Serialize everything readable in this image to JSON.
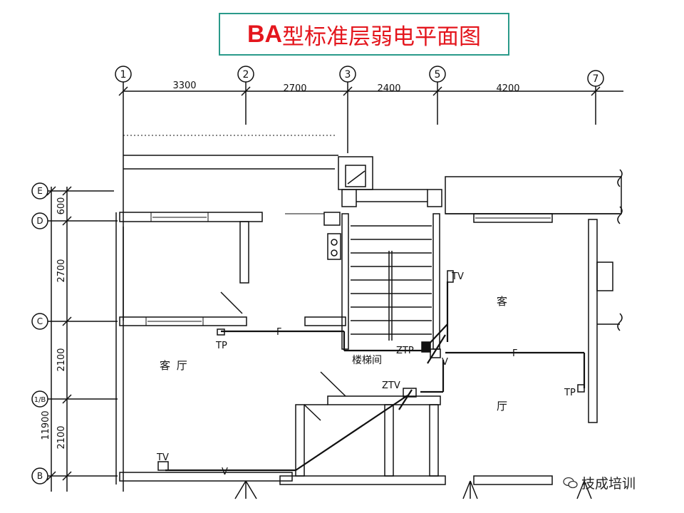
{
  "title": {
    "prefix": "BA",
    "rest": "型标准层弱电平面图"
  },
  "axes": {
    "columns": [
      "1",
      "2",
      "3",
      "5",
      "7"
    ],
    "rows": [
      "E",
      "D",
      "C",
      "1/B",
      "B"
    ]
  },
  "dimensions": {
    "top": [
      "3300",
      "2700",
      "2400",
      "4200"
    ],
    "left": [
      "600",
      "2700",
      "2100",
      "2100"
    ],
    "total": "11900"
  },
  "labels": {
    "living_left": "客 厅",
    "living_right_1": "客",
    "living_right_2": "厅",
    "stair": "楼梯间",
    "tp_left": "TP",
    "tp_right": "TP",
    "tv_top": "TV",
    "tv_bottom": "TV",
    "ztp": "ZTP",
    "ztv": "ZTV",
    "f_left": "F",
    "f_right": "F",
    "v_bottom": "V",
    "v_right": "V"
  },
  "watermark": "技成培训",
  "colors": {
    "title": "#e4161d",
    "border": "#2a9a8a",
    "line": "#111111"
  }
}
